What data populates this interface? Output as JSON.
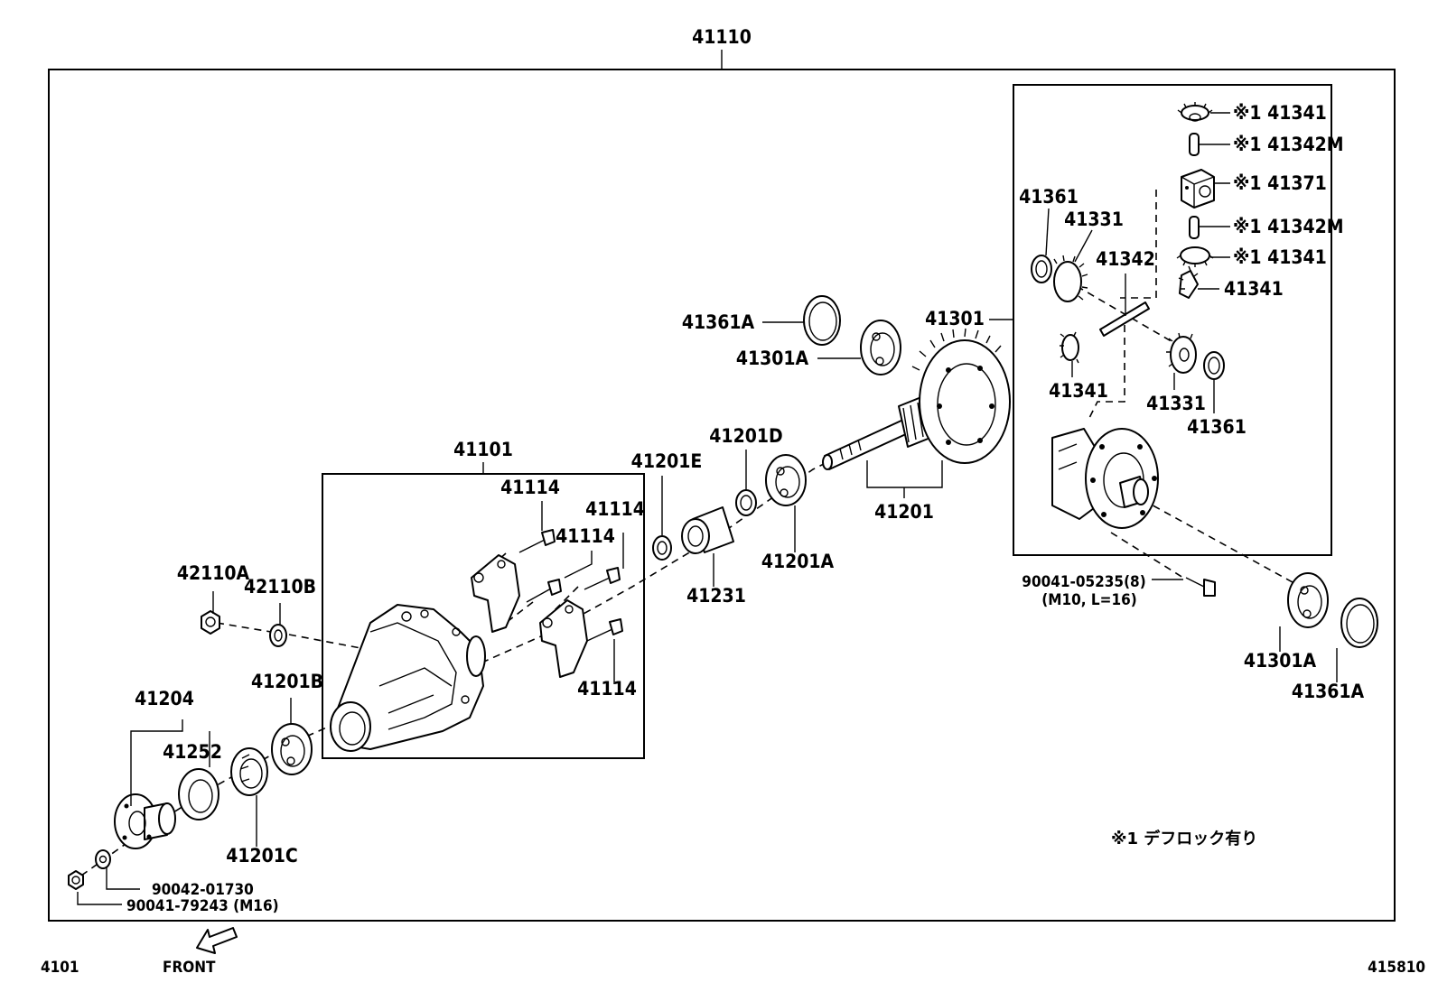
{
  "assembly": {
    "main_part": "41110",
    "housing_group": "41101",
    "diff_group": "41301",
    "footnote": "※1 デフロック有り"
  },
  "footer": {
    "left_code": "4101",
    "direction_label": "FRONT",
    "right_code": "415810"
  },
  "labels": {
    "p41114_a": "41114",
    "p41114_b": "41114",
    "p41114_c": "41114",
    "p41114_d": "41114",
    "p42110A": "42110A",
    "p42110B": "42110B",
    "p41201B": "41201B",
    "p41204": "41204",
    "p41252": "41252",
    "p41201C": "41201C",
    "p90042": "90042-01730",
    "p90041_79243": "90041-79243 (M16)",
    "p41201E": "41201E",
    "p41201D": "41201D",
    "p41231": "41231",
    "p41201A": "41201A",
    "p41201": "41201",
    "p41361A_top": "41361A",
    "p41301A_top": "41301A",
    "p41361_l": "41361",
    "p41331_l": "41331",
    "p41342": "41342",
    "p41341_l": "41341",
    "p41331_r": "41331",
    "p41361_r": "41361",
    "p41341_top": "※1 41341",
    "p41342M_top": "※1 41342M",
    "p41371": "※1 41371",
    "p41342M_bot": "※1 41342M",
    "p41341_mid": "※1 41341",
    "p41341_r": "41341",
    "p90041_05235": "90041-05235(8)",
    "p90041_05235_spec": "(M10, L=16)",
    "p41301A_bot": "41301A",
    "p41361A_bot": "41361A"
  }
}
